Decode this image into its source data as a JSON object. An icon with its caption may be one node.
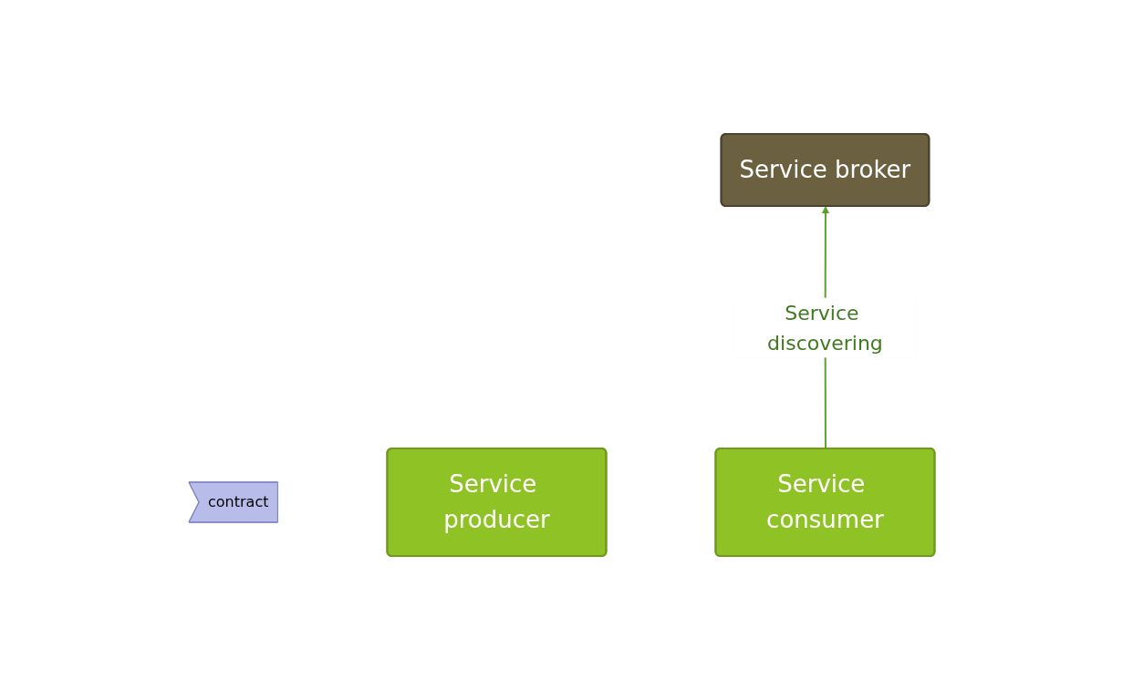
{
  "diagram": {
    "nodes": [
      {
        "text": [
          "Service broker"
        ]
      },
      {
        "text": [
          "contract"
        ]
      },
      {
        "text": [
          "Service producer"
        ]
      },
      {
        "text": [
          "Service consumer"
        ]
      }
    ],
    "edges": [
      {
        "from": 3,
        "to": 0,
        "arrow": "to",
        "label": "Service discovering",
        "color": "#5aa02c"
      }
    ]
  }
}
